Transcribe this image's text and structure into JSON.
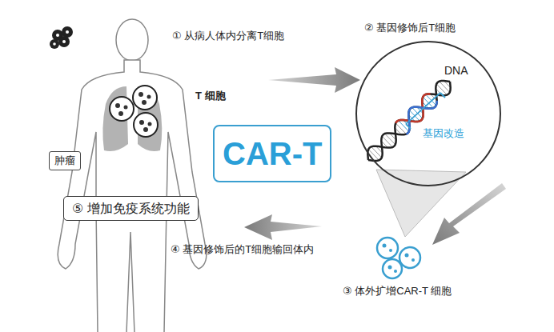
{
  "diagram": {
    "nodes": [
      {
        "text": [
          "肿瘤"
        ]
      },
      {
        "text": [
          "⑤ 增加免疫系统功能"
        ]
      },
      {
        "text": [
          "CAR-T"
        ]
      },
      {
        "text": [
          "DNA",
          "基因改造"
        ]
      }
    ],
    "labels": [
      "① 从病人体内分离T细胞",
      "T 细胞",
      "② 基因修饰后T细胞",
      "③ 体外扩增CAR-T 细胞",
      "④ 基因修饰后的T细胞输回体内"
    ]
  }
}
